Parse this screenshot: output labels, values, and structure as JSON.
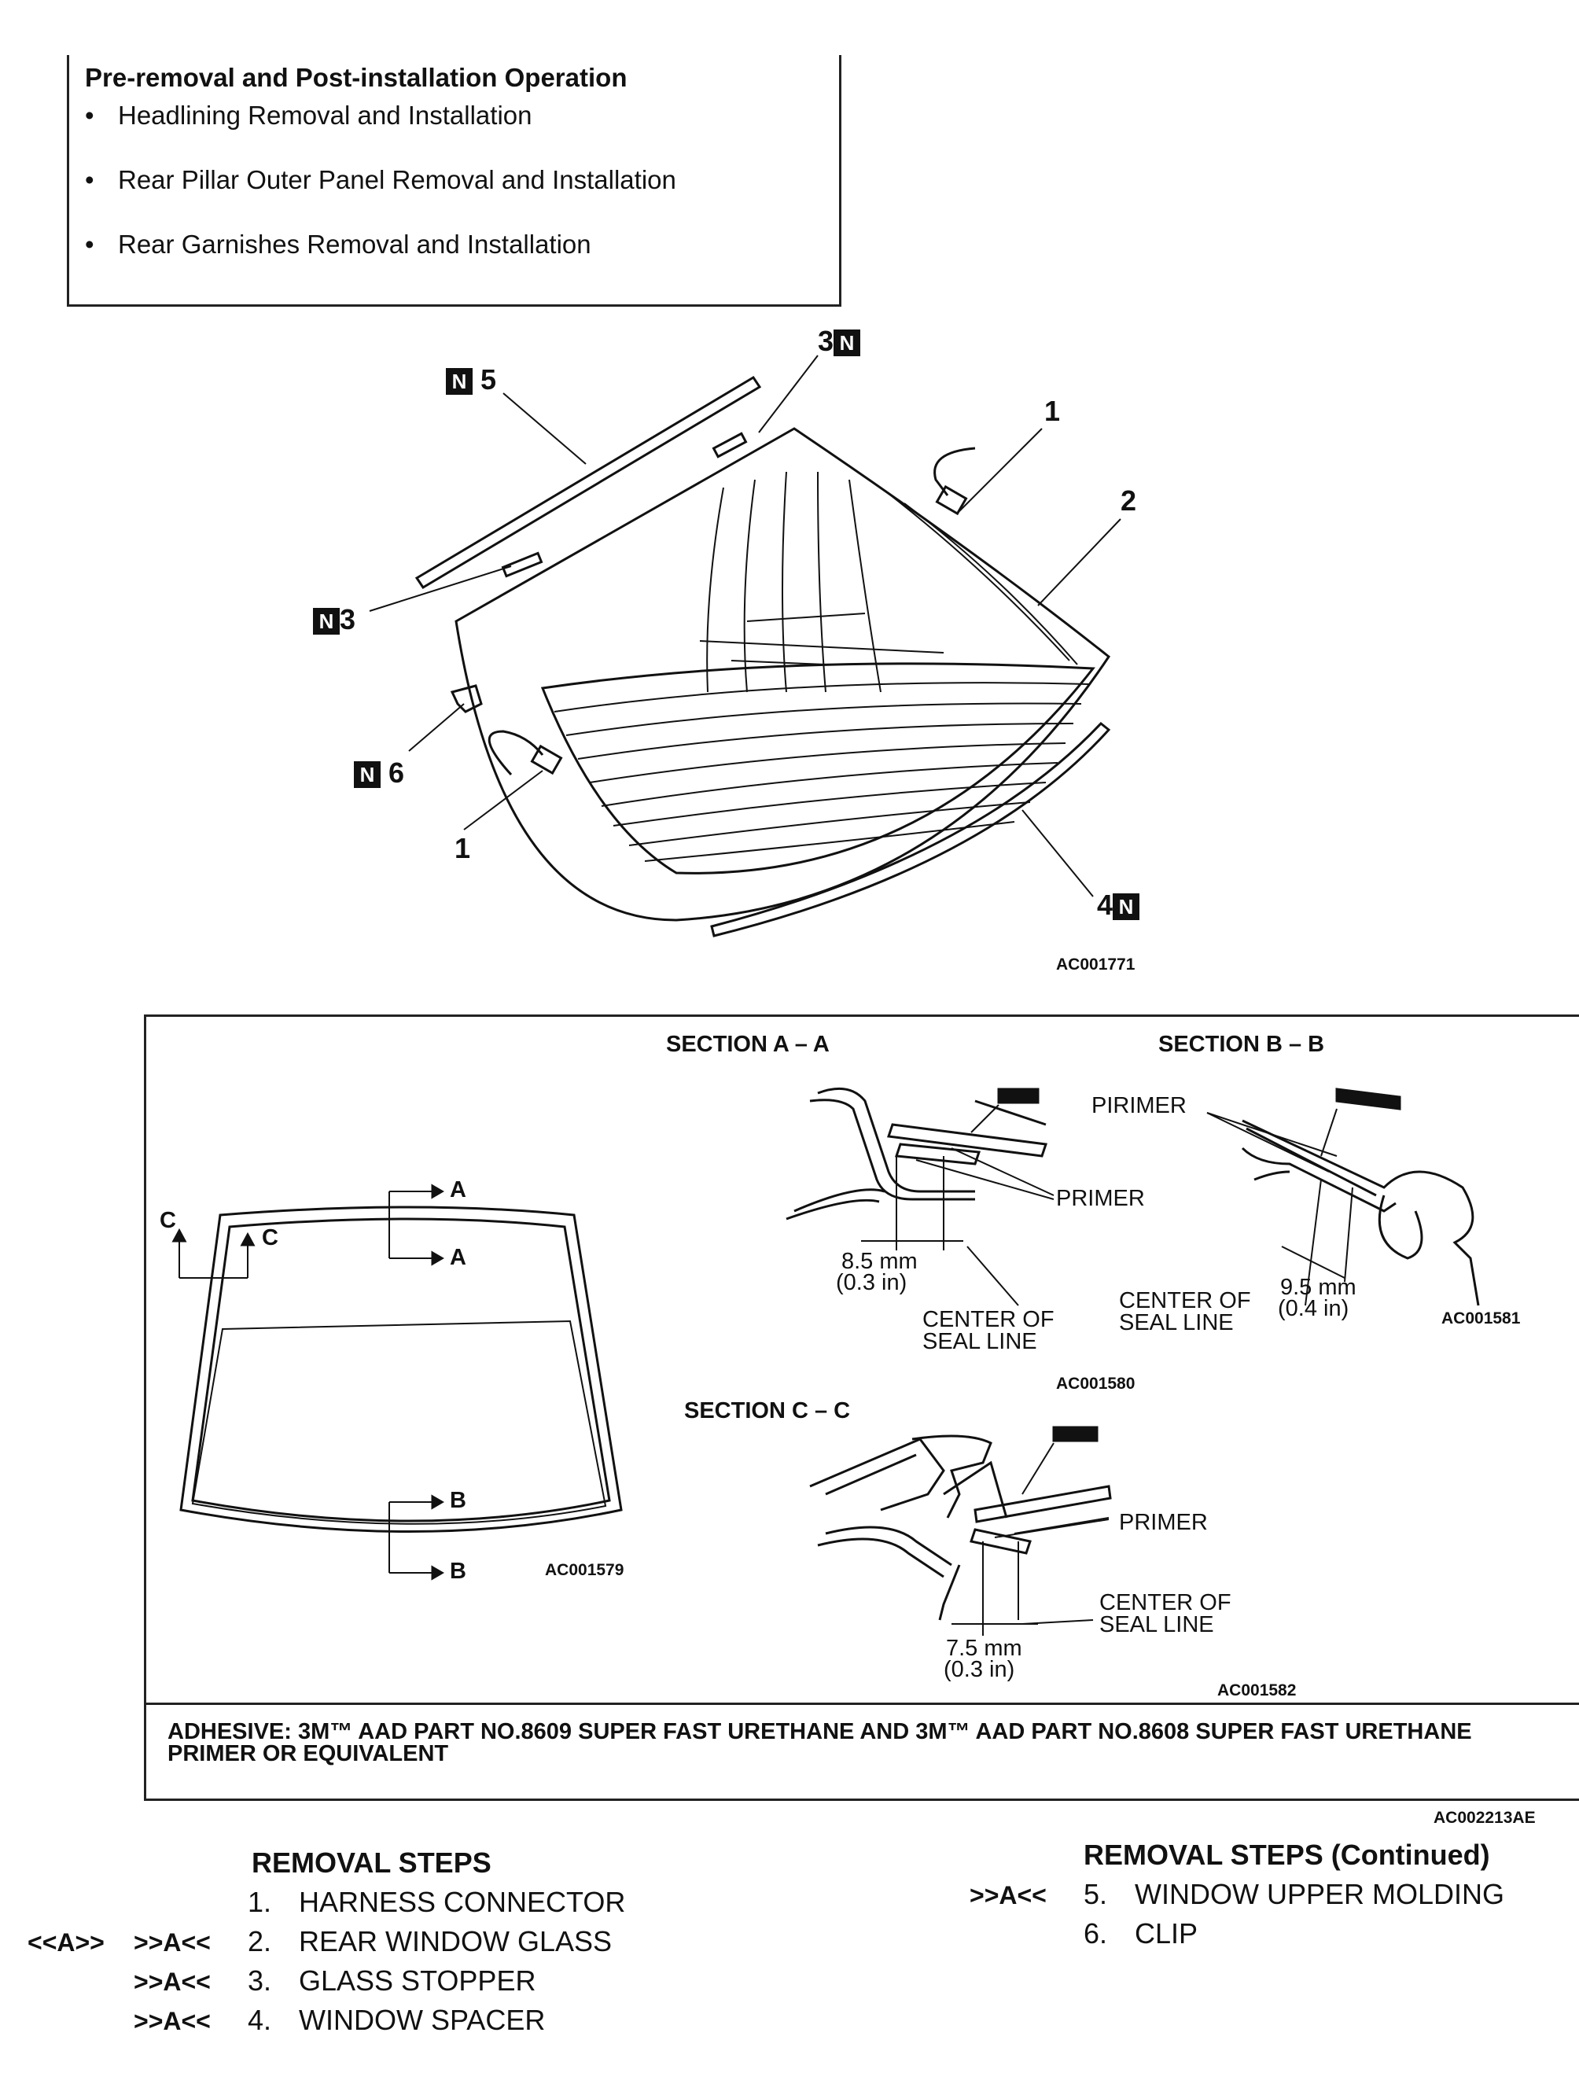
{
  "note": {
    "title": "Pre-removal and Post-installation Operation",
    "items": [
      "Headlining Removal and Installation",
      "Rear Pillar Outer Panel Removal and Installation",
      "Rear Garnishes Removal and Installation"
    ],
    "bullet": "•"
  },
  "exploded_view": {
    "callouts": {
      "n5": "5",
      "n3_top": "3",
      "n1_top": "1",
      "n2": "2",
      "n3_left": "3",
      "n6": "6",
      "n1_bottom": "1",
      "n4": "4"
    },
    "n_badge": "N",
    "code": "AC001771"
  },
  "sections": {
    "overview": {
      "labels": [
        "A",
        "A",
        "B",
        "B",
        "C",
        "C"
      ],
      "code": "AC001579"
    },
    "a": {
      "title": "SECTION A – A",
      "primer": "PRIMER",
      "dim_mm": "8.5 mm",
      "dim_in": "(0.3 in)",
      "center_line_1": "CENTER OF",
      "center_line_2": "SEAL LINE",
      "code": "AC001580"
    },
    "b": {
      "title": "SECTION B – B",
      "primer": "PIRIMER",
      "dim_mm": "9.5 mm",
      "dim_in": "(0.4 in)",
      "center_line_1": "CENTER OF",
      "center_line_2": "SEAL LINE",
      "code": "AC001581"
    },
    "c": {
      "title": "SECTION C – C",
      "primer": "PRIMER",
      "dim_mm": "7.5 mm",
      "dim_in": "(0.3 in)",
      "center_line_1": "CENTER OF",
      "center_line_2": "SEAL LINE",
      "code": "AC001582"
    },
    "adhesive": "ADHESIVE: 3M™ AAD PART NO.8609 SUPER FAST URETHANE AND 3M™ AAD PART NO.8608 SUPER FAST URETHANE PRIMER OR EQUIVALENT",
    "frame_code": "AC002213AE"
  },
  "removal": {
    "heading": "REMOVAL STEPS",
    "heading_cont": "REMOVAL STEPS (Continued)",
    "steps": [
      {
        "pre": "",
        "tag": "",
        "num": "1.",
        "label": "HARNESS CONNECTOR"
      },
      {
        "pre": "<<A>>",
        "tag": ">>A<<",
        "num": "2.",
        "label": "REAR WINDOW GLASS"
      },
      {
        "pre": "",
        "tag": ">>A<<",
        "num": "3.",
        "label": "GLASS STOPPER"
      },
      {
        "pre": "",
        "tag": ">>A<<",
        "num": "4.",
        "label": "WINDOW SPACER"
      }
    ],
    "steps_cont": [
      {
        "tag": ">>A<<",
        "num": "5.",
        "label": "WINDOW UPPER MOLDING"
      },
      {
        "tag": "",
        "num": "6.",
        "label": "CLIP"
      }
    ]
  }
}
